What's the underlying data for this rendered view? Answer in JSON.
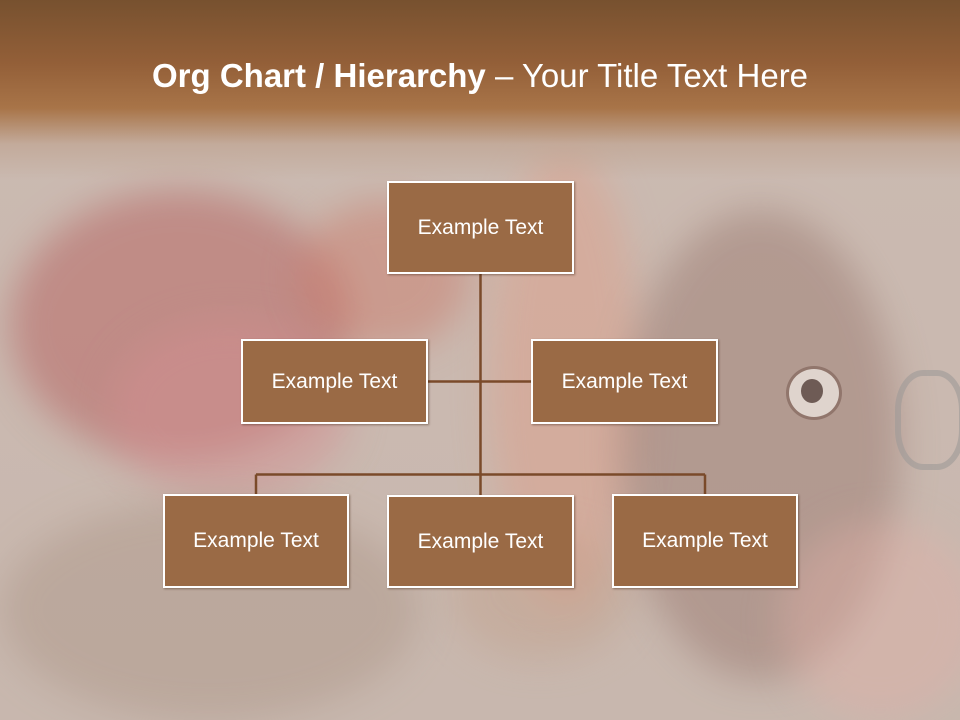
{
  "slide": {
    "title_bold": "Org Chart / Hierarchy",
    "title_rest": " – Your Title Text Here"
  },
  "org_chart": {
    "nodes": [
      {
        "id": "top",
        "label": "Example Text"
      },
      {
        "id": "assistant-left",
        "label": "Example Text"
      },
      {
        "id": "assistant-right",
        "label": "Example Text"
      },
      {
        "id": "child-left",
        "label": "Example Text"
      },
      {
        "id": "child-center",
        "label": "Example Text"
      },
      {
        "id": "child-right",
        "label": "Example Text"
      }
    ],
    "edges": [
      [
        "top",
        "assistant-left"
      ],
      [
        "top",
        "assistant-right"
      ],
      [
        "top",
        "child-left"
      ],
      [
        "top",
        "child-center"
      ],
      [
        "top",
        "child-right"
      ]
    ]
  },
  "colors": {
    "header": "#935f38",
    "box_fill": "#9a6a45",
    "box_border": "#ffffff",
    "connector": "#7a4a2a",
    "title_text": "#ffffff"
  }
}
